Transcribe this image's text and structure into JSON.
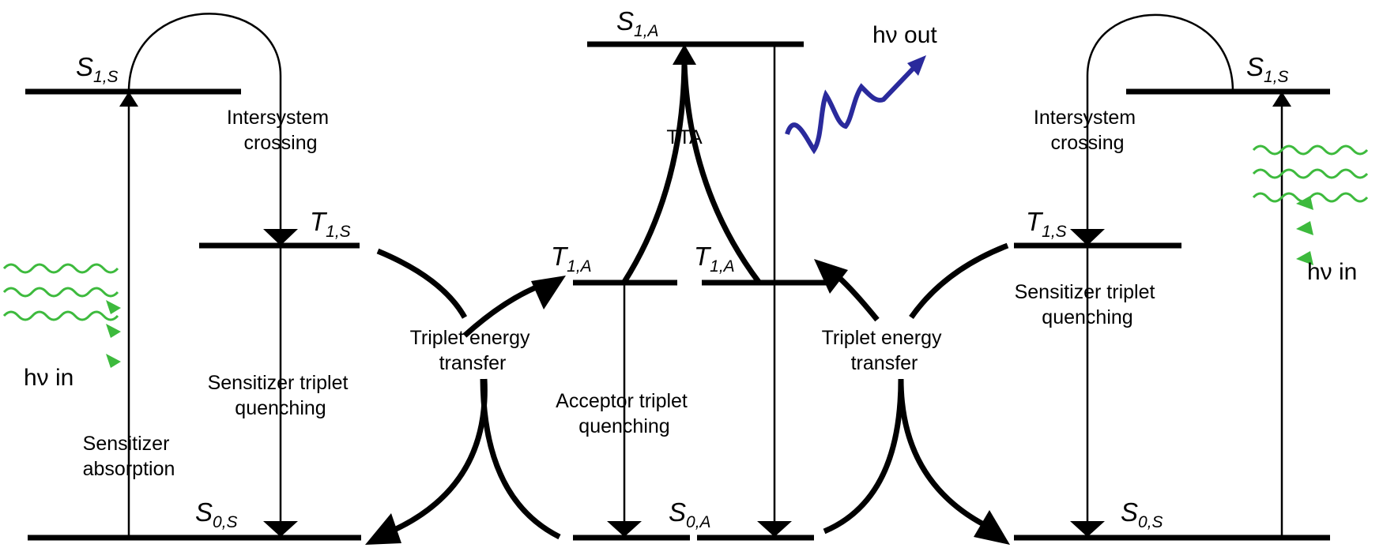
{
  "levels": {
    "s1s_left": {
      "sym": "S",
      "sub": "1,S"
    },
    "t1s_left": {
      "sym": "T",
      "sub": "1,S"
    },
    "s0s_left": {
      "sym": "S",
      "sub": "0,S"
    },
    "s1a": {
      "sym": "S",
      "sub": "1,A"
    },
    "t1a_left": {
      "sym": "T",
      "sub": "1,A"
    },
    "t1a_right": {
      "sym": "T",
      "sub": "1,A"
    },
    "s0a": {
      "sym": "S",
      "sub": "0,A"
    },
    "s1s_right": {
      "sym": "S",
      "sub": "1,S"
    },
    "t1s_right": {
      "sym": "T",
      "sub": "1,S"
    },
    "s0s_right": {
      "sym": "S",
      "sub": "0,S"
    }
  },
  "labels": {
    "isc_left": [
      "Intersystem",
      "crossing"
    ],
    "stq_left": [
      "Sensitizer triplet",
      "quenching"
    ],
    "absorption": [
      "Sensitizer",
      "absorption"
    ],
    "tet_left": [
      "Triplet energy",
      "transfer"
    ],
    "tta": "TTA",
    "atq": [
      "Acceptor triplet",
      "quenching"
    ],
    "tet_right": [
      "Triplet energy",
      "transfer"
    ],
    "isc_right": [
      "Intersystem",
      "crossing"
    ],
    "stq_right": [
      "Sensitizer triplet",
      "quenching"
    ]
  },
  "photons": {
    "in_left": "hν in",
    "in_right": "hν in",
    "out": "hν out"
  },
  "colors": {
    "light_in": "#3dba3d",
    "light_out": "#2a2a9c"
  }
}
